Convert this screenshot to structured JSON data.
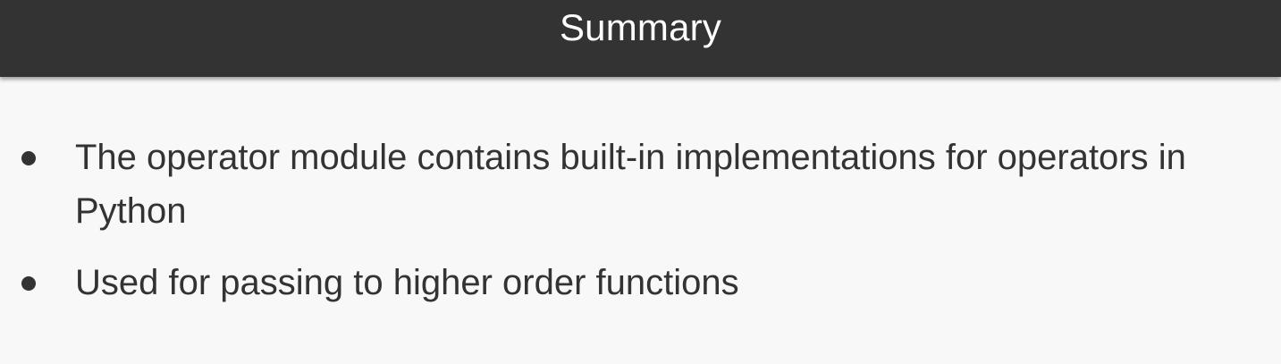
{
  "slide": {
    "title": "Summary",
    "bullets": [
      "The operator module contains built-in implementations for operators in Python",
      "Used for passing to higher order functions"
    ]
  },
  "colors": {
    "title_bar": "#333333",
    "title_text": "#ffffff",
    "body_background": "#f8f8f8",
    "body_text": "#333333"
  }
}
